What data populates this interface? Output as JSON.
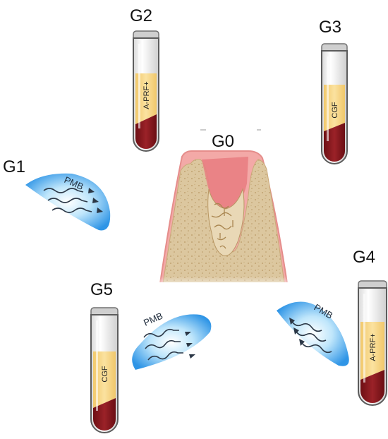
{
  "labels": {
    "g0": "G0",
    "g1": "G1",
    "g2": "G2",
    "g3": "G3",
    "g4": "G4",
    "g5": "G5"
  },
  "tubes": {
    "g2_label": "A-PRF+",
    "g3_label": "CGF",
    "g4_label": "A-PRF+",
    "g5_label": "CGF"
  },
  "pmb": {
    "g1": "PMB",
    "g4": "PMB",
    "g5": "PMB"
  },
  "colors": {
    "plasma": "#f7d98b",
    "blood": "#8e1a1f",
    "gum": "#f2a2a3",
    "bone": "#d9c39a",
    "light_blue": "#38a6ef"
  }
}
